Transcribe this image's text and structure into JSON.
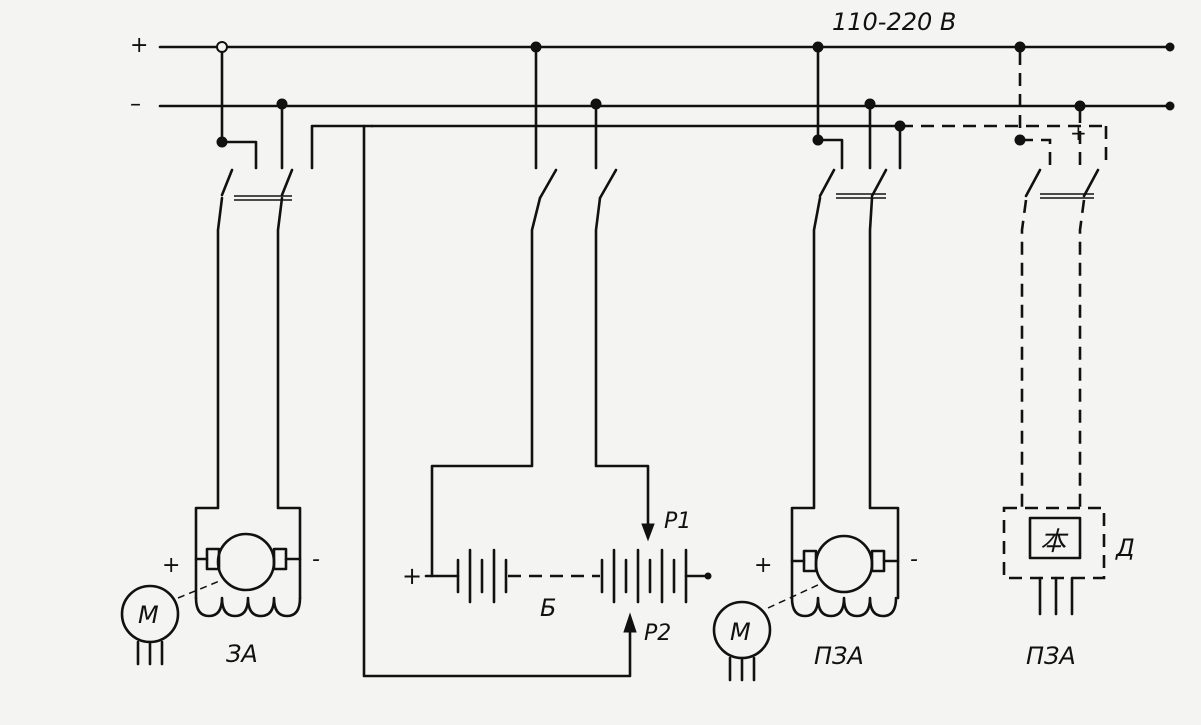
{
  "supply": {
    "voltage": "110-220 В",
    "plus": "+",
    "minus": "–"
  },
  "units": {
    "left_motor_label": "ЗА",
    "center_battery_label": "Б",
    "right_motor_label": "ПЗА",
    "rectifier_label": "ПЗА",
    "rectifier_box_label": "Д"
  },
  "polarity": {
    "left_plus": "+",
    "left_minus": "-",
    "battery_plus": "+",
    "right_plus": "+",
    "right_minus": "-"
  },
  "taps": {
    "p1": "P1",
    "p2": "P2"
  },
  "motor_symbol": "M",
  "rectifier_symbol": "本"
}
